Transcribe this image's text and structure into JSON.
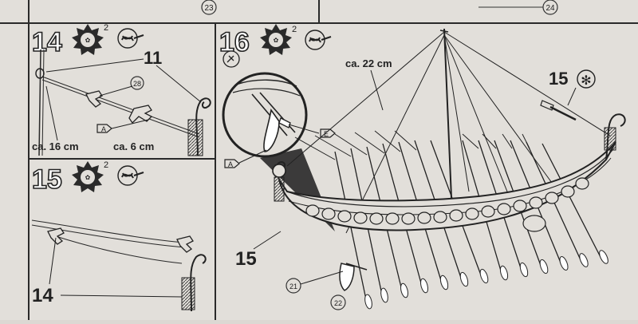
{
  "top_strip": {
    "callout_left": "23",
    "callout_right": "24"
  },
  "step14": {
    "number": "14",
    "sun_count": "2",
    "part_11": "11",
    "part_28": "28",
    "marker_a": "A",
    "length_long": "ca. 16 cm",
    "length_short": "ca. 6 cm"
  },
  "step15": {
    "number": "15",
    "sun_count": "2",
    "part_14": "14"
  },
  "step16": {
    "number": "16",
    "sun_count": "2",
    "length_rope": "ca. 22 cm",
    "ref_step": "15",
    "part_15": "15",
    "part_21": "21",
    "part_22": "22",
    "marker_e": "E",
    "marker_a": "A"
  }
}
